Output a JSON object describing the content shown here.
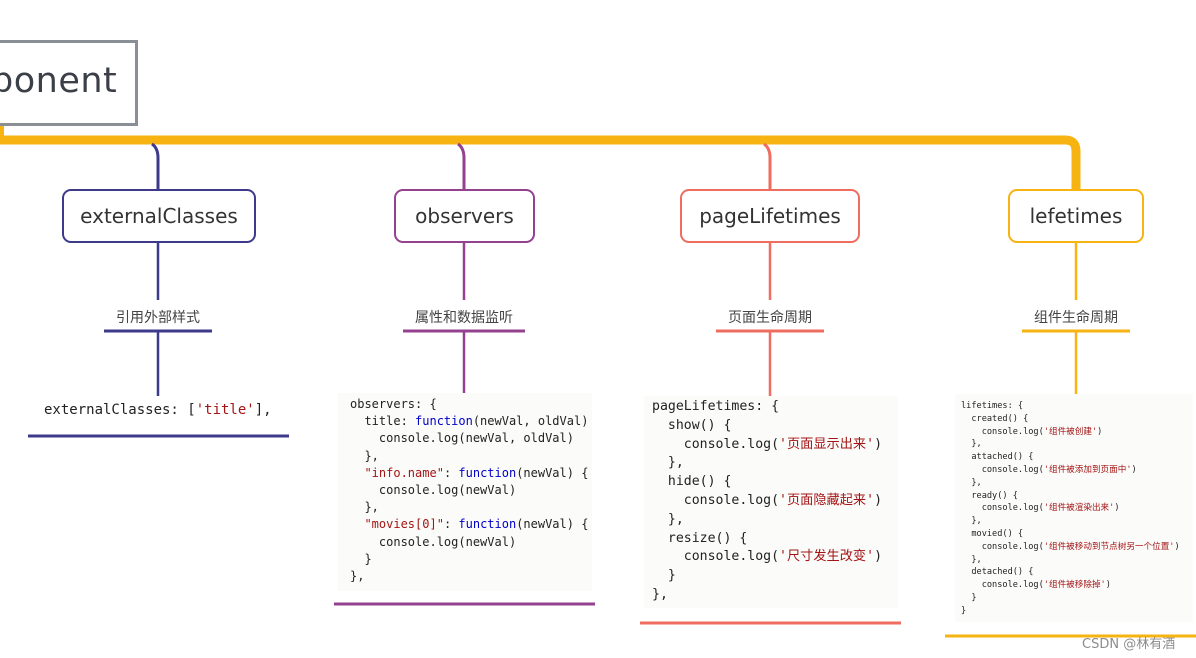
{
  "root": {
    "label": "ponent"
  },
  "colors": {
    "trunk": "#f6b311",
    "root_border": "#8a8f96"
  },
  "branches": [
    {
      "title": "externalClasses",
      "subtitle": "引用外部样式",
      "color": "#3d3a8c",
      "code": [
        [
          [
            "externalClasses: [",
            ""
          ],
          [
            "'title'",
            "s"
          ],
          [
            "],",
            ""
          ]
        ]
      ]
    },
    {
      "title": "observers",
      "subtitle": "属性和数据监听",
      "color": "#94418f",
      "code": [
        [
          [
            "observers: {",
            ""
          ]
        ],
        [
          [
            "  title: ",
            ""
          ],
          [
            "function",
            "k"
          ],
          [
            "(newVal, oldVal)",
            ""
          ]
        ],
        [
          [
            "    console.log(newVal, oldVal)",
            ""
          ]
        ],
        [
          [
            "  },",
            ""
          ]
        ],
        [
          [
            "  ",
            ""
          ],
          [
            "\"info.name\"",
            "s"
          ],
          [
            ": ",
            ""
          ],
          [
            "function",
            "k"
          ],
          [
            "(newVal) {",
            ""
          ]
        ],
        [
          [
            "    console.log(newVal)",
            ""
          ]
        ],
        [
          [
            "  },",
            ""
          ]
        ],
        [
          [
            "  ",
            ""
          ],
          [
            "\"movies[0]\"",
            "s"
          ],
          [
            ": ",
            ""
          ],
          [
            "function",
            "k"
          ],
          [
            "(newVal) {",
            ""
          ]
        ],
        [
          [
            "    console.log(newVal)",
            ""
          ]
        ],
        [
          [
            "  }",
            ""
          ]
        ],
        [
          [
            "},",
            ""
          ]
        ]
      ]
    },
    {
      "title": "pageLifetimes",
      "subtitle": "页面生命周期",
      "color": "#ee6d5f",
      "code": [
        [
          [
            "pageLifetimes: {",
            ""
          ]
        ],
        [
          [
            "  show() {",
            ""
          ]
        ],
        [
          [
            "    console.log(",
            ""
          ],
          [
            "'页面显示出来'",
            "s"
          ],
          [
            ")",
            ""
          ]
        ],
        [
          [
            "  },",
            ""
          ]
        ],
        [
          [
            "  hide() {",
            ""
          ]
        ],
        [
          [
            "    console.log(",
            ""
          ],
          [
            "'页面隐藏起来'",
            "s"
          ],
          [
            ")",
            ""
          ]
        ],
        [
          [
            "  },",
            ""
          ]
        ],
        [
          [
            "  resize() {",
            ""
          ]
        ],
        [
          [
            "    console.log(",
            ""
          ],
          [
            "'尺寸发生改变'",
            "s"
          ],
          [
            ")",
            ""
          ]
        ],
        [
          [
            "  }",
            ""
          ]
        ],
        [
          [
            "},",
            ""
          ]
        ]
      ]
    },
    {
      "title": "lefetimes",
      "subtitle": "组件生命周期",
      "color": "#f6b311",
      "code": [
        [
          [
            "lifetimes: {",
            ""
          ]
        ],
        [
          [
            "  created() {",
            ""
          ]
        ],
        [
          [
            "    console.log(",
            ""
          ],
          [
            "'组件被创建'",
            "s"
          ],
          [
            ")",
            ""
          ]
        ],
        [
          [
            "  },",
            ""
          ]
        ],
        [
          [
            "  attached() {",
            ""
          ]
        ],
        [
          [
            "    console.log(",
            ""
          ],
          [
            "'组件被添加到页面中'",
            "s"
          ],
          [
            ")",
            ""
          ]
        ],
        [
          [
            "  },",
            ""
          ]
        ],
        [
          [
            "  ready() {",
            ""
          ]
        ],
        [
          [
            "    console.log(",
            ""
          ],
          [
            "'组件被渲染出来'",
            "s"
          ],
          [
            ")",
            ""
          ]
        ],
        [
          [
            "  },",
            ""
          ]
        ],
        [
          [
            "  movied() {",
            ""
          ]
        ],
        [
          [
            "    console.log(",
            ""
          ],
          [
            "'组件被移动到节点树另一个位置'",
            "s"
          ],
          [
            ")",
            ""
          ]
        ],
        [
          [
            "  },",
            ""
          ]
        ],
        [
          [
            "  detached() {",
            ""
          ]
        ],
        [
          [
            "    console.log(",
            ""
          ],
          [
            "'组件被移除掉'",
            "s"
          ],
          [
            ")",
            ""
          ]
        ],
        [
          [
            "  }",
            ""
          ]
        ],
        [
          [
            "}",
            ""
          ]
        ]
      ]
    }
  ],
  "watermark": "CSDN @林有酒"
}
